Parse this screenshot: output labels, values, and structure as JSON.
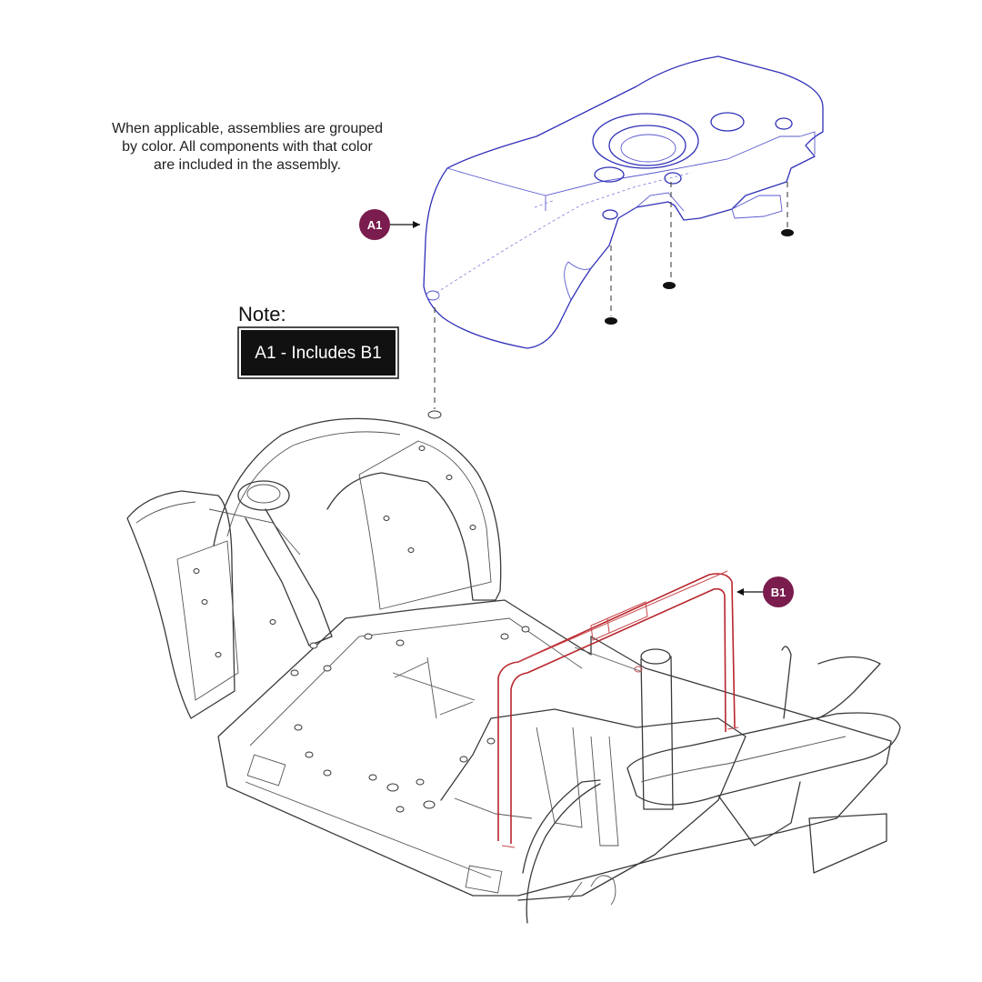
{
  "caption": {
    "lines": [
      "When applicable, assemblies are grouped",
      "by color. All components with that color",
      "are included in the assembly."
    ]
  },
  "note": {
    "title": "Note:",
    "text": "A1 - Includes B1"
  },
  "callouts": [
    {
      "id": "A1",
      "label": "A1",
      "color": "#7a1c4d"
    },
    {
      "id": "B1",
      "label": "B1",
      "color": "#7a1c4d"
    }
  ],
  "colors": {
    "shroud_assembly": "#3030b8",
    "bracket_assembly": "#b8262c",
    "frame": "#3a3a3a"
  }
}
